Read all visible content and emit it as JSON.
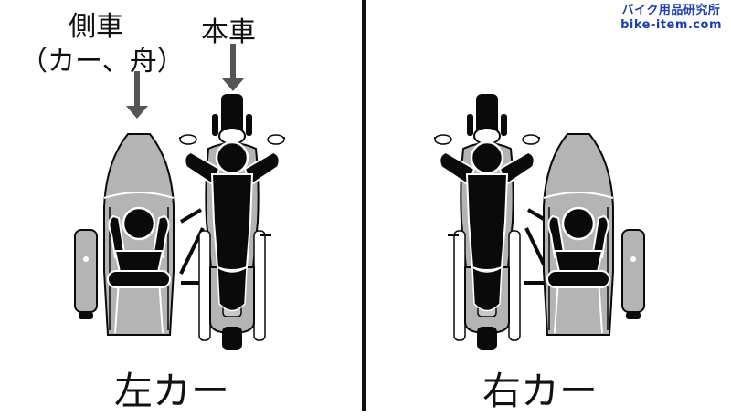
{
  "branding": {
    "name_jp": "バイク用品研究所",
    "url": "bike-item.com",
    "color": "#1a3fb0"
  },
  "left_panel": {
    "label_sidecar_line1": "側車",
    "label_sidecar_line2": "（カー、舟）",
    "label_main_bike": "本車",
    "caption": "左カー"
  },
  "right_panel": {
    "caption": "右カー"
  },
  "colors": {
    "arrow": "#555555",
    "body_gray": "#b4b4b4",
    "rider": "#0a0a0a",
    "divider": "#111111"
  },
  "icons": [
    "down-arrow-icon",
    "motorcycle-topview-icon",
    "sidecar-topview-icon",
    "rider-icon",
    "passenger-icon"
  ]
}
